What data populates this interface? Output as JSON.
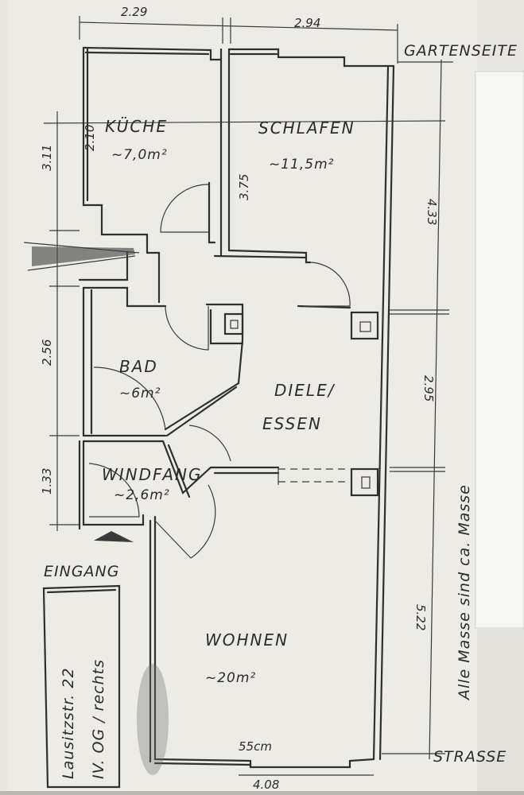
{
  "orientation": {
    "top": "GARTENSEITE",
    "bottom": "STRASSE"
  },
  "entrance": "EINGANG",
  "rooms": [
    {
      "id": "kueche",
      "name": "KÜCHE",
      "area": "~7,0m²",
      "ceiling_note": "2.10"
    },
    {
      "id": "schlafen",
      "name": "SCHLAFEN",
      "area": "~11,5m²",
      "side_dim": "3.75"
    },
    {
      "id": "bad",
      "name": "BAD",
      "area": "~6m²"
    },
    {
      "id": "diele",
      "name": "DIELE/",
      "name2": "ESSEN"
    },
    {
      "id": "windfang",
      "name": "WINDFANG",
      "area": "~2,6m²"
    },
    {
      "id": "wohnen",
      "name": "WOHNEN",
      "area": "~20m²"
    }
  ],
  "dimensions": {
    "top_left": "2.29",
    "top_right": "2.94",
    "left_1": "3.11",
    "left_2": "2.56",
    "left_3": "1.33",
    "right_1": "4.33",
    "right_2": "2.95",
    "right_3": "5.22",
    "bottom": "4.08",
    "bottom_note": "55cm"
  },
  "side_note": "Alle Masse sind ca. Masse",
  "address_note": {
    "line1": "Lausitzstr. 22",
    "line2": "IV. OG / rechts"
  }
}
